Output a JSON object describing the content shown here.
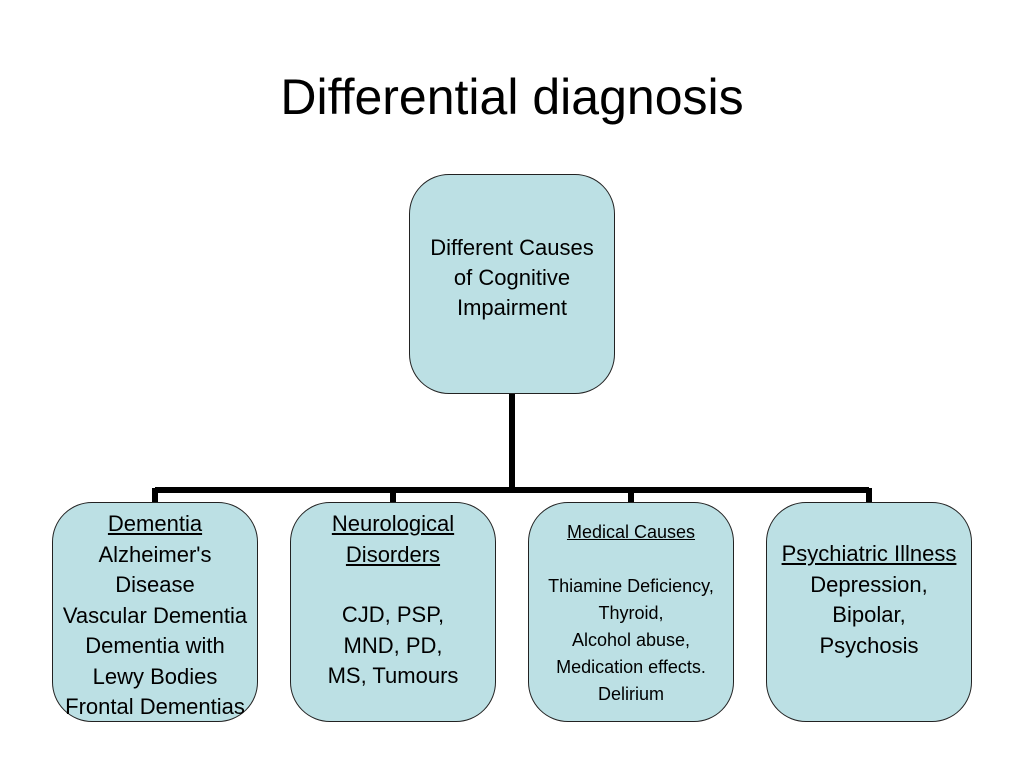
{
  "slide": {
    "title": "Differential diagnosis"
  },
  "root": {
    "lines": [
      "Different Causes",
      "of Cognitive",
      "Impairment"
    ]
  },
  "children": [
    {
      "heading": "Dementia",
      "lines": [
        "Alzheimer's",
        "Disease",
        "Vascular Dementia",
        "Dementia with",
        "Lewy Bodies",
        "Frontal Dementias"
      ]
    },
    {
      "heading_lines": [
        "Neurological",
        "Disorders"
      ],
      "lines": [
        "CJD, PSP,",
        "MND, PD,",
        "MS, Tumours"
      ]
    },
    {
      "heading": "Medical Causes",
      "lines": [
        "Thiamine Deficiency,",
        "Thyroid,",
        "Alcohol abuse,",
        "Medication effects.",
        "Delirium"
      ]
    },
    {
      "heading": "Psychiatric Illness",
      "lines": [
        "Depression,",
        "Bipolar,",
        "Psychosis"
      ]
    }
  ],
  "colors": {
    "node_fill": "#bce0e4",
    "node_border": "#222222",
    "connector": "#000000"
  }
}
